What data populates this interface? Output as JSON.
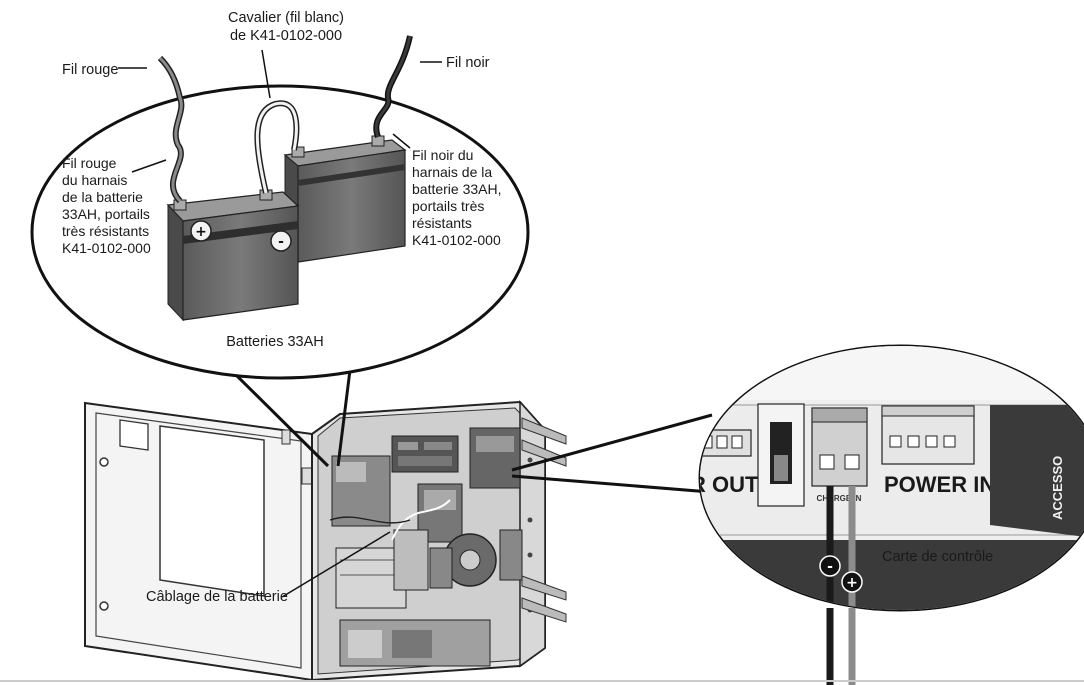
{
  "labels": {
    "fil_rouge": "Fil rouge",
    "cavalier_line1": "Cavalier (fil blanc)",
    "cavalier_line2": "de K41-0102-000",
    "fil_noir": "Fil noir",
    "left_harness": [
      "Fil rouge",
      "du harnais",
      "de la batterie",
      "33AH, portails",
      "très résistants",
      "K41-0102-000"
    ],
    "right_harness": [
      "Fil noir du",
      "harnais de la",
      "batterie 33AH,",
      "portails très",
      "résistants",
      "K41-0102-000"
    ],
    "batteries": "Batteries 33AH",
    "battery_wiring": "Câblage de la batterie",
    "control_board": "Carte de contrôle"
  },
  "board": {
    "r_out": "R OUT",
    "charge_in": "CHARGE IN",
    "power_in": "POWER IN",
    "accessory": "ACCESSO"
  },
  "symbols": {
    "plus": "+",
    "minus": "-"
  },
  "colors": {
    "battery_body": "#6e6e6e",
    "battery_top": "#8a8a8a",
    "board_panel": "#3a3a3a",
    "wire_black": "#1a1a1a",
    "wire_grey": "#8c8c8c"
  }
}
